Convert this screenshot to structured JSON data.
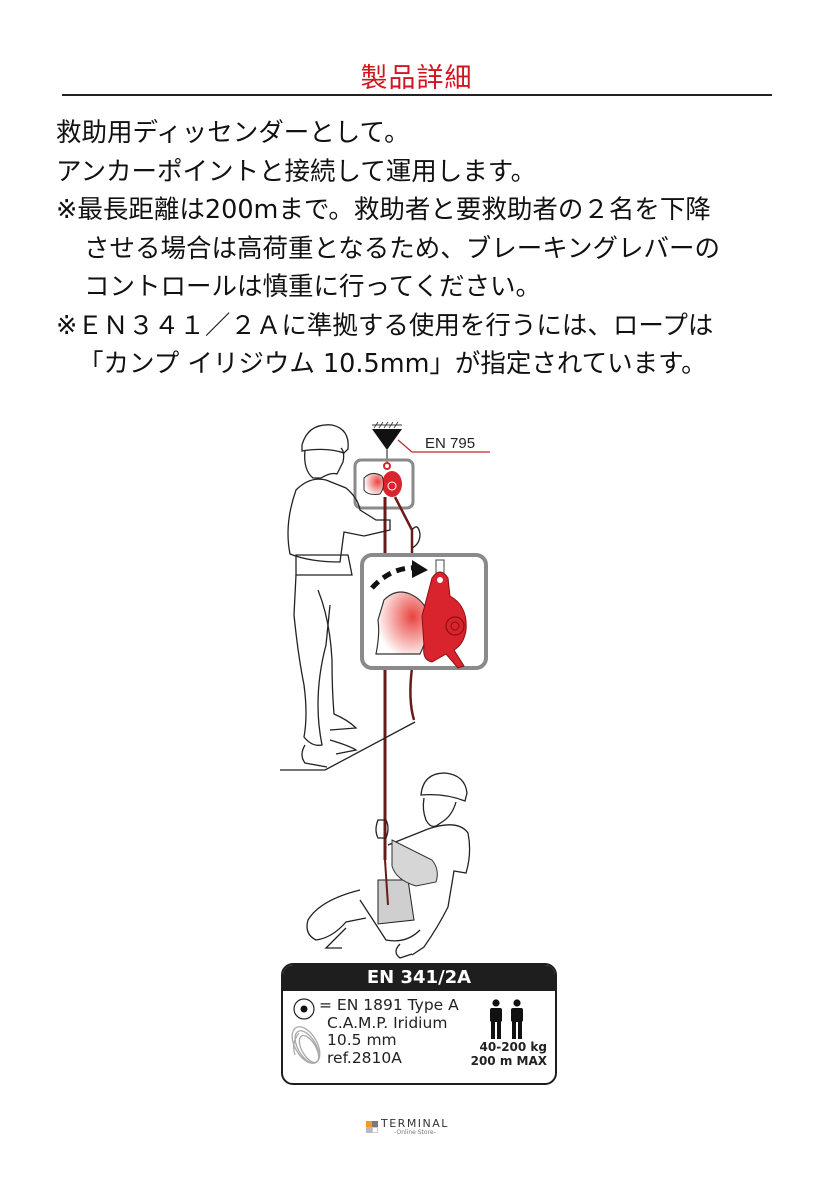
{
  "header": {
    "title": "製品詳細"
  },
  "description": {
    "lines": [
      "救助用ディッセンダーとして。",
      "アンカーポイントと接続して運用します。",
      "※最長距離は200mまで。救助者と要救助者の２名を下降",
      "させる場合は高荷重となるため、ブレーキングレバーの",
      "コントロールは慎重に行ってください。",
      "※ＥＮ３４１／２Ａに準拠する使用を行うには、ロープは",
      "「カンプ イリジウム 10.5mm」が指定されています。"
    ]
  },
  "illustration": {
    "anchor_label": "EN 795",
    "icons": [
      "anchor-icon",
      "descender-device-icon",
      "arrow-icon",
      "rescuer-figure",
      "casualty-figure"
    ],
    "colors": {
      "device": "#d9232d",
      "rope": "#6b1a1a",
      "frame": "#8a8a8a"
    }
  },
  "spec_label": {
    "standard": "EN 341/2A",
    "lines": [
      "= EN 1891 Type A",
      "C.A.M.P. Iridium",
      "10.5 mm",
      "ref.2810A"
    ],
    "load": "40-200 kg",
    "max_height": "200 m MAX",
    "icons": [
      "rope-coil-icon",
      "two-persons-icon"
    ]
  },
  "footer": {
    "brand": "TERMINAL",
    "tagline": "-Online Store-",
    "logo_colors": [
      "#f39a1e",
      "#7a7a7a",
      "#b9b9b9",
      "#ffffff"
    ]
  },
  "colors": {
    "title": "#d0161e",
    "text": "#111111"
  }
}
